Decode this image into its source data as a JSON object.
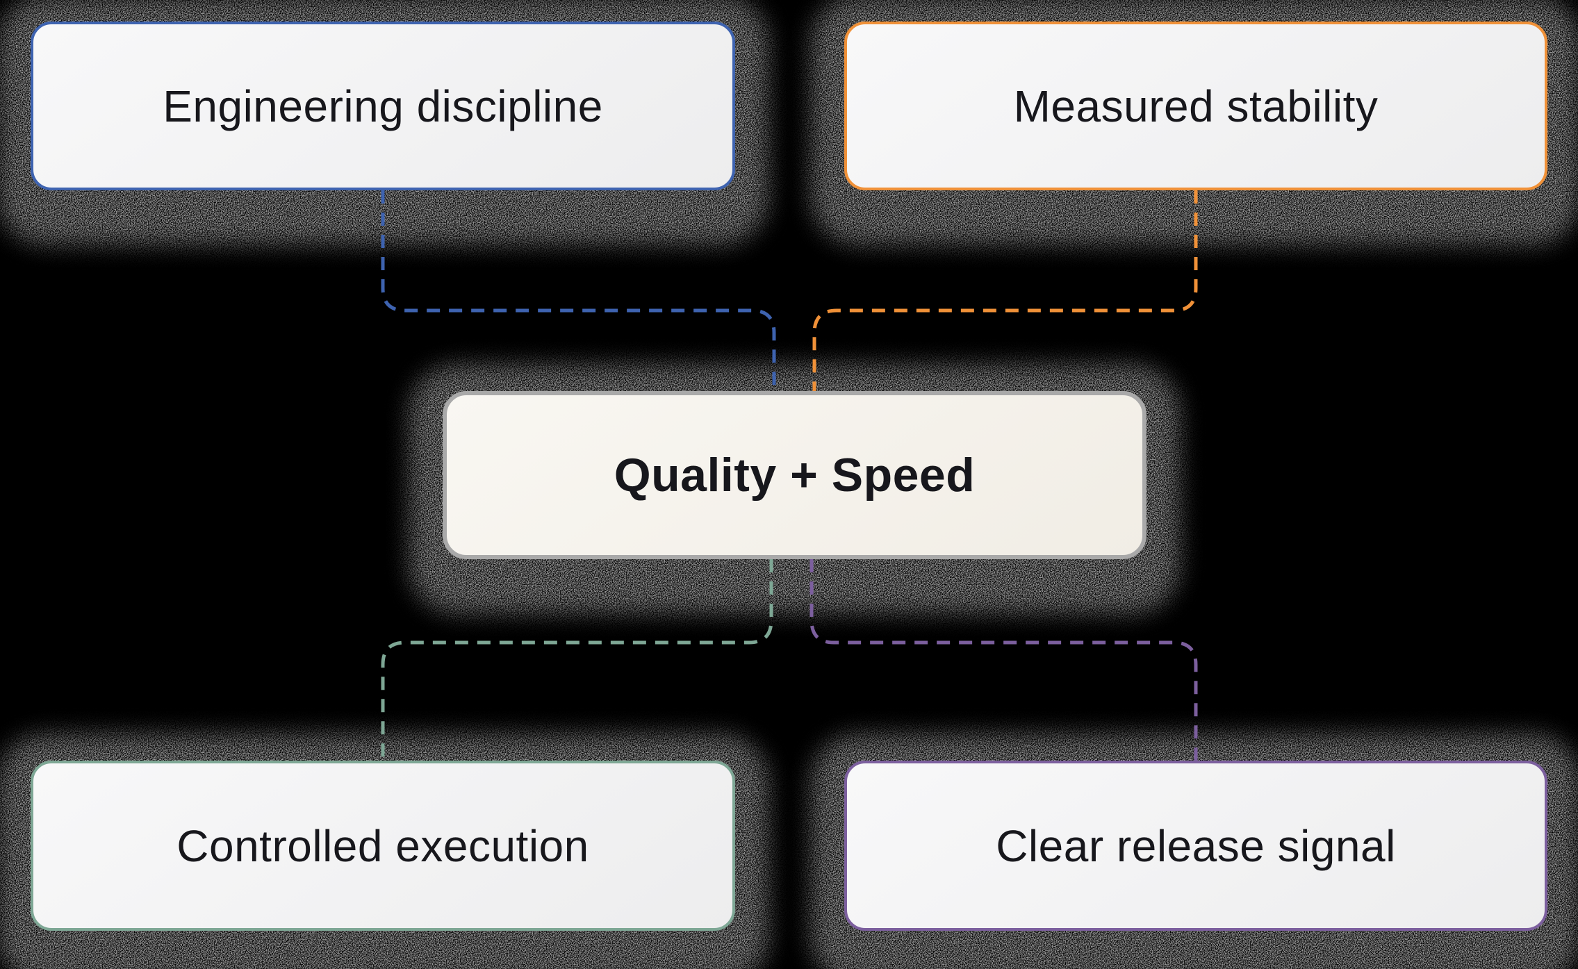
{
  "canvas": {
    "background": "#000000"
  },
  "nodes": {
    "top_left": {
      "label": "Engineering discipline",
      "color": "#3e63b0"
    },
    "top_right": {
      "label": "Measured stability",
      "color": "#f09138"
    },
    "center": {
      "label": "Quality + Speed",
      "color": "#a9a9a9"
    },
    "bottom_left": {
      "label": "Controlled execution",
      "color": "#7ea795"
    },
    "bottom_right": {
      "label": "Clear release signal",
      "color": "#7c5f9e"
    }
  }
}
